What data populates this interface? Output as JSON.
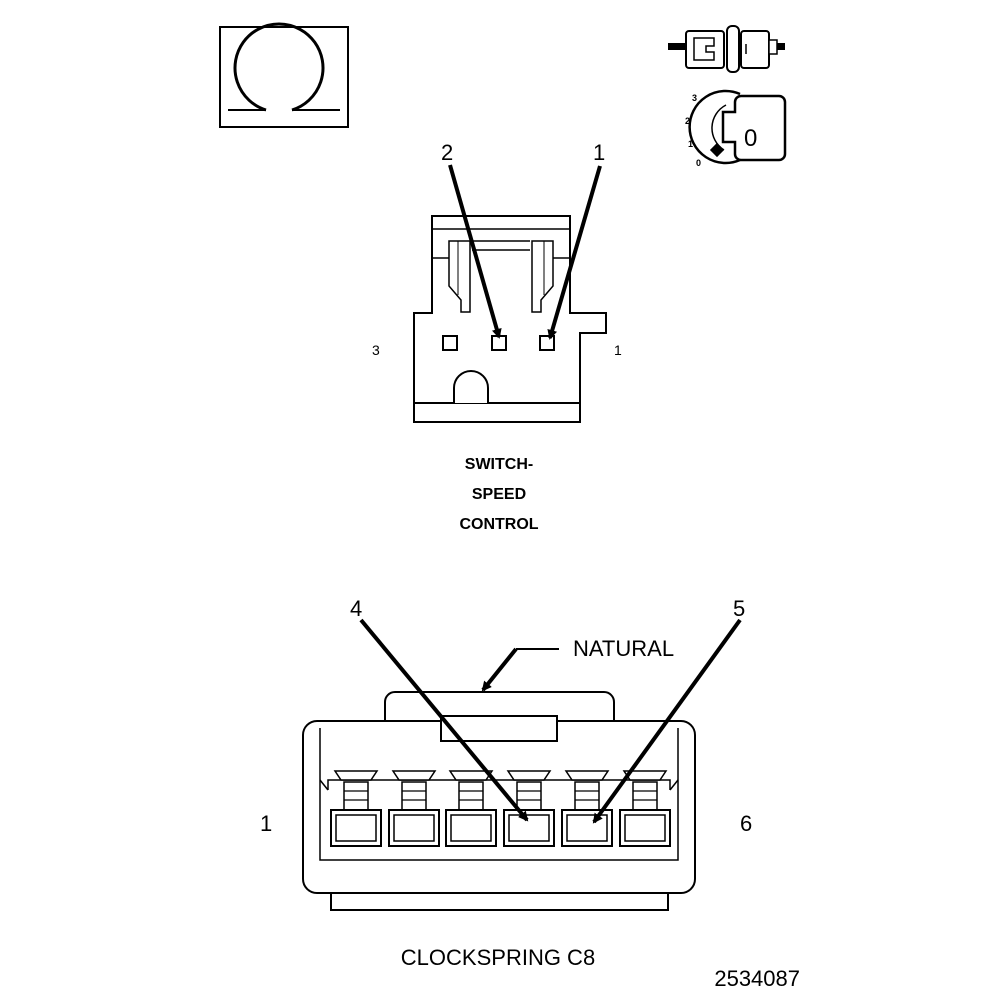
{
  "symbol": {
    "icon": "ohmmeter-omega-icon"
  },
  "status_icons": {
    "connector_icon": "connector-disconnected-icon",
    "ignition_icon": "ignition-switch-off-icon",
    "ignition_positions": [
      "3",
      "2",
      "1",
      "0"
    ],
    "ignition_key_label": "0"
  },
  "upper_connector": {
    "pin_callouts": [
      "2",
      "1"
    ],
    "side_left": "3",
    "side_right": "1",
    "caption_lines": [
      "SWITCH-",
      "SPEED",
      "CONTROL"
    ]
  },
  "lower_connector": {
    "pin_callouts": [
      "4",
      "5"
    ],
    "color_label": "NATURAL",
    "side_left": "1",
    "side_right": "6",
    "caption": "CLOCKSPRING C8"
  },
  "figure_number": "2534087",
  "colors": {
    "ink": "#000000",
    "paper": "#ffffff"
  }
}
